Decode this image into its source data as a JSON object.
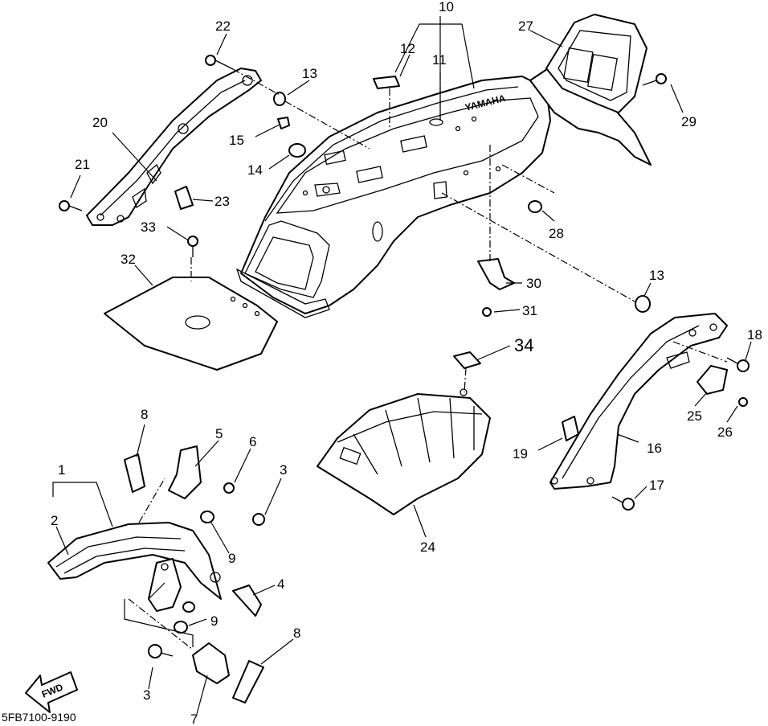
{
  "diagram_code": "5FB7100-9190",
  "fwd_label": "FWD",
  "brand_mark": "YAMAHA",
  "callouts": {
    "c1": "1",
    "c2": "2",
    "c3a": "3",
    "c3b": "3",
    "c4": "4",
    "c5": "5",
    "c6": "6",
    "c7": "7",
    "c8a": "8",
    "c8b": "8",
    "c9a": "9",
    "c9b": "9",
    "c10": "10",
    "c11": "11",
    "c12": "12",
    "c13a": "13",
    "c13b": "13",
    "c14": "14",
    "c15": "15",
    "c16": "16",
    "c17": "17",
    "c18": "18",
    "c19": "19",
    "c20": "20",
    "c21": "21",
    "c22": "22",
    "c23": "23",
    "c24": "24",
    "c25": "25",
    "c26": "26",
    "c27": "27",
    "c28": "28",
    "c29": "29",
    "c30": "30",
    "c31": "31",
    "c32": "32",
    "c33": "33",
    "c34": "34"
  }
}
